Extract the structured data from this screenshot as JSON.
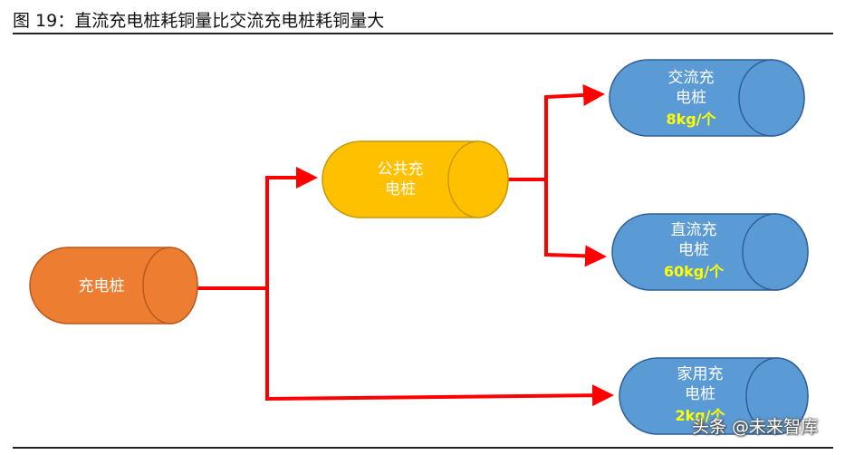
{
  "title": "图  19：直流充电桩耗铜量比交流充电桩耗铜量大",
  "nodes": {
    "root": {
      "label": "充电桩",
      "color": "#ED7D31",
      "edge": "#B85A1E"
    },
    "public": {
      "label_line1": "公共充",
      "label_line2": "电桩",
      "color": "#FFC000",
      "edge": "#C79A00"
    },
    "ac": {
      "label_line1": "交流充",
      "label_line2": "电桩",
      "value": "8kg/个",
      "color": "#5B9BD5",
      "edge": "#2F5F97"
    },
    "dc": {
      "label_line1": "直流充",
      "label_line2": "电桩",
      "value": "60kg/个",
      "color": "#5B9BD5",
      "edge": "#2F5F97"
    },
    "home": {
      "label_line1": "家用充",
      "label_line2": "电桩",
      "value": "2kg/个",
      "color": "#5B9BD5",
      "edge": "#2F5F97"
    }
  },
  "arrow_color": "#FF0000",
  "watermark": "头条 @未来智库"
}
